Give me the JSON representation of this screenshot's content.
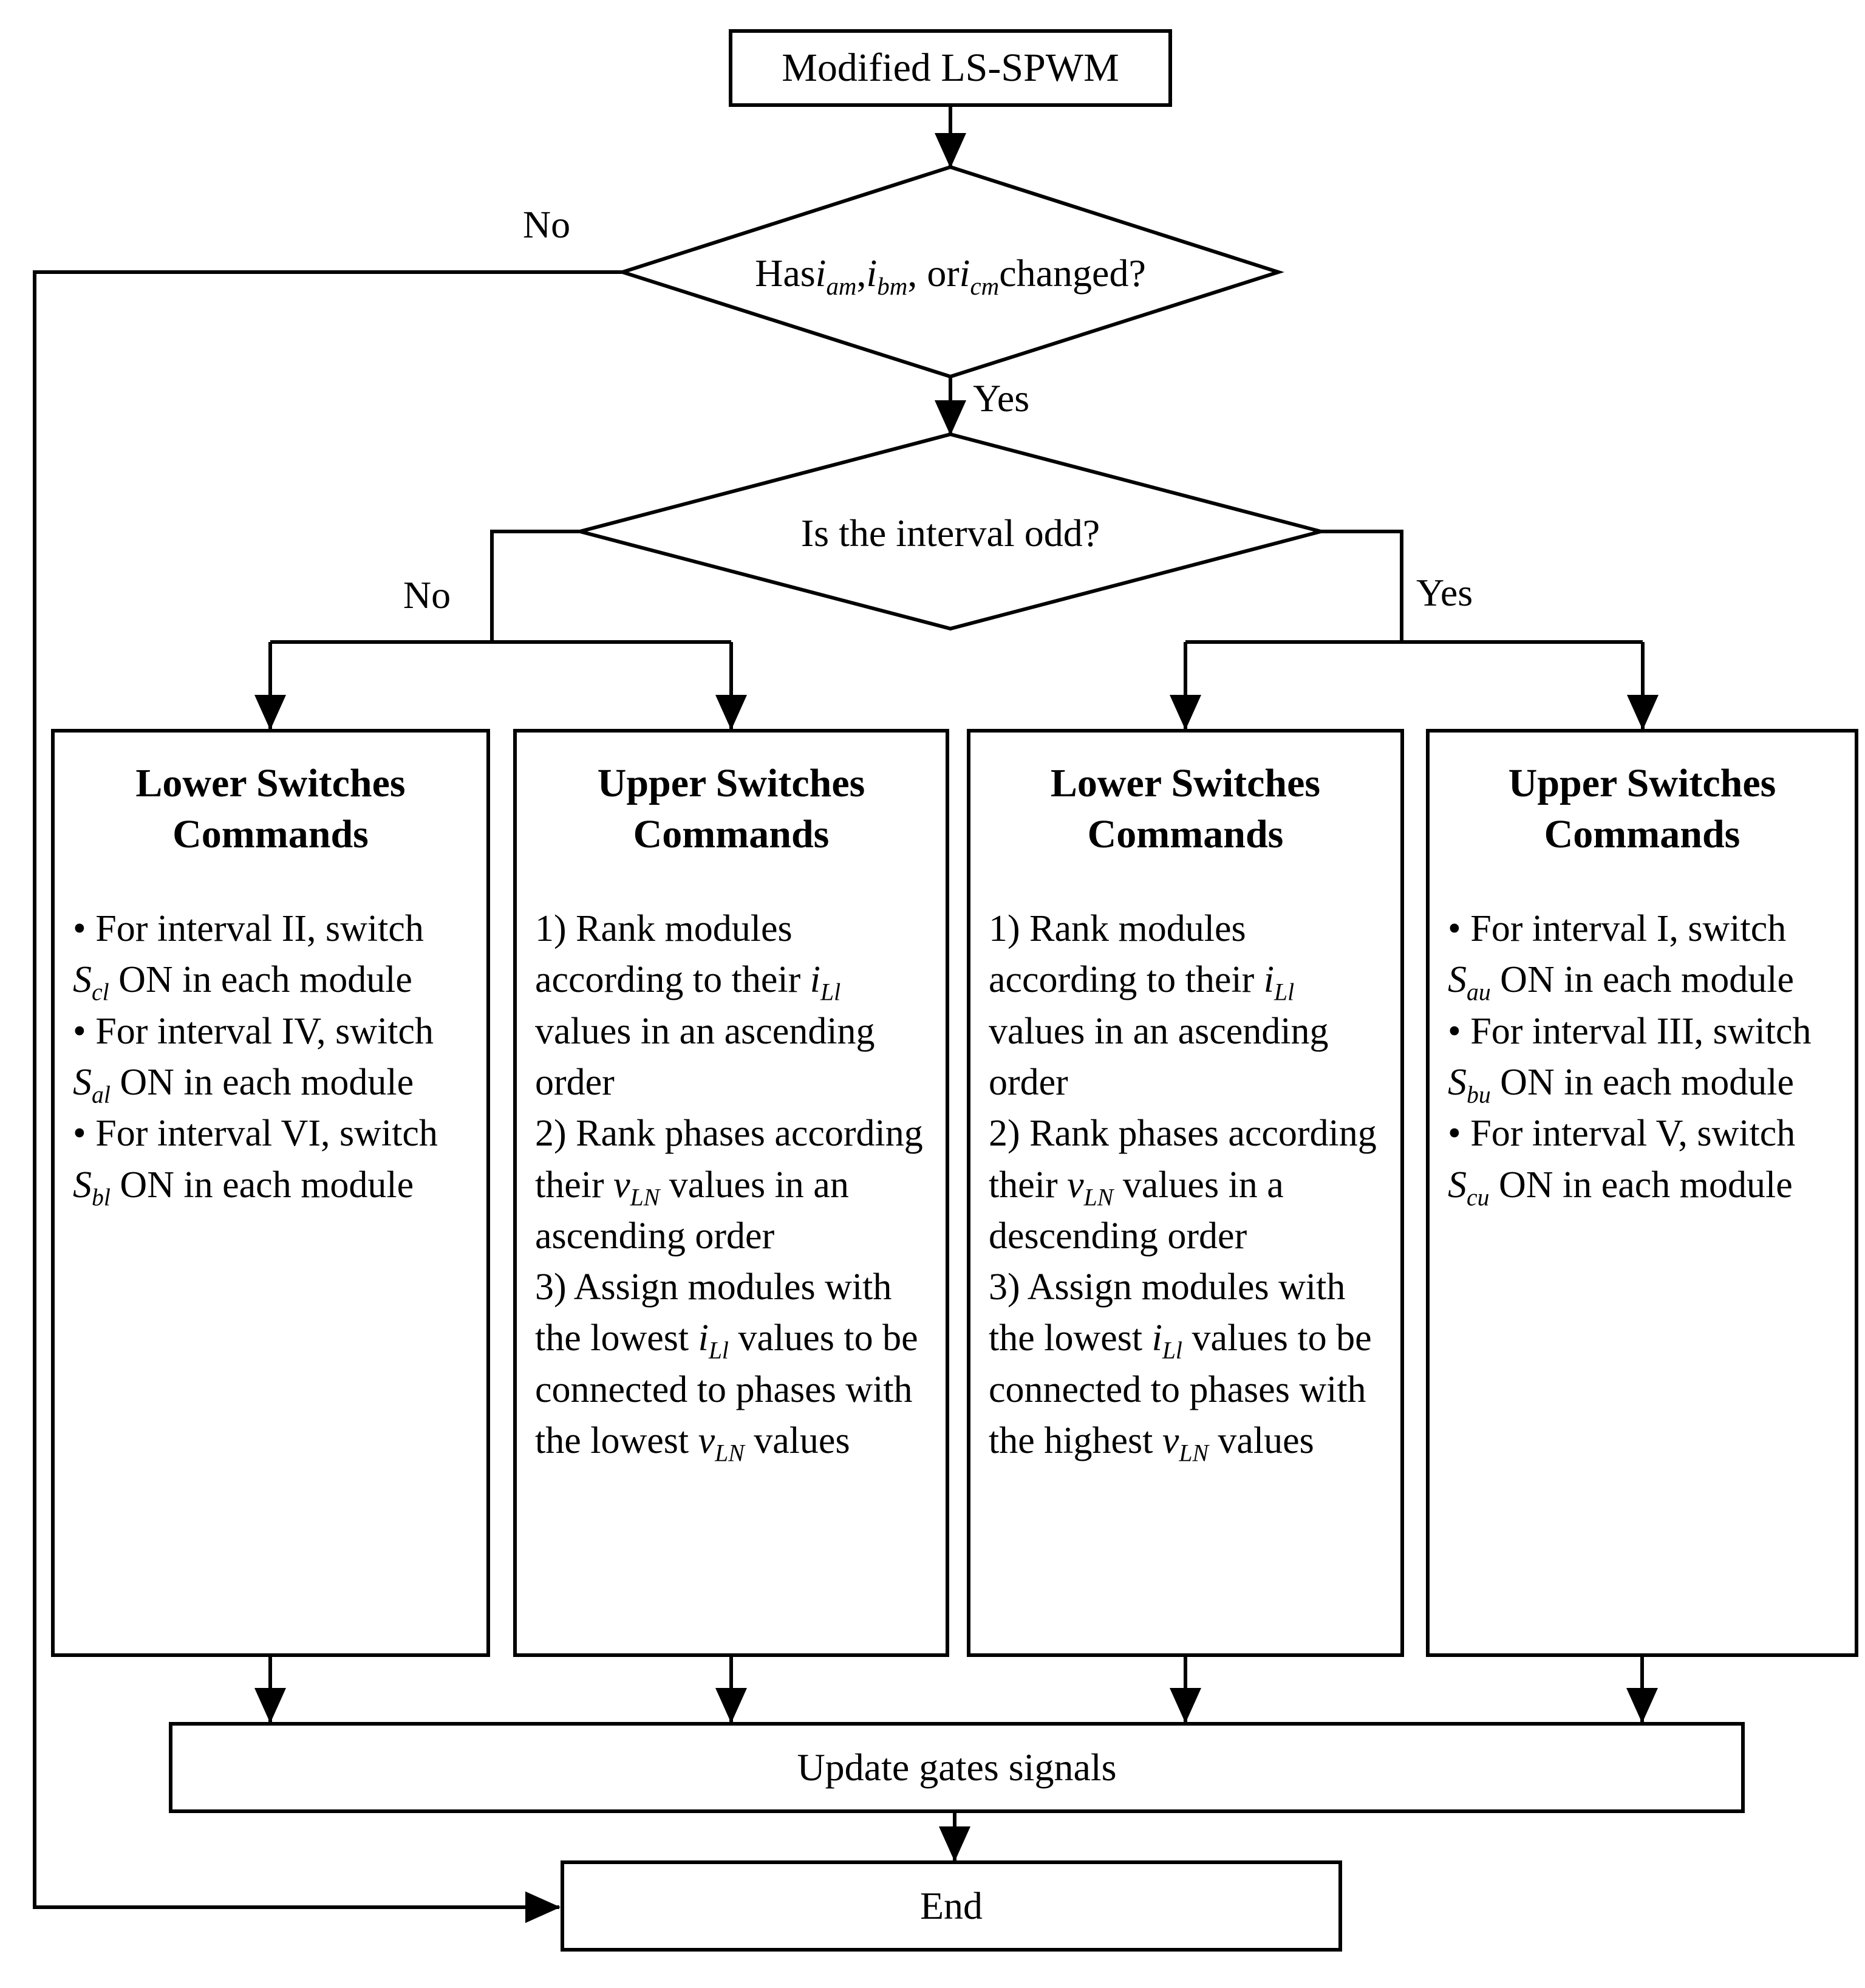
{
  "style": {
    "background": "#ffffff",
    "line_color": "#000000"
  },
  "start_box": {
    "label": "Modified LS-SPWM"
  },
  "decision1": {
    "question_segments": [
      {
        "t": "Has "
      },
      {
        "m": "i",
        "s": "am"
      },
      {
        "t": " , "
      },
      {
        "m": "i",
        "s": "bm"
      },
      {
        "t": " , or "
      },
      {
        "m": "i",
        "s": "cm"
      },
      {
        "t": " changed?"
      }
    ],
    "no_label": "No",
    "yes_label": "Yes"
  },
  "decision2": {
    "question": "Is the interval odd?",
    "no_label": "No",
    "yes_label": "Yes"
  },
  "command_boxes": [
    {
      "title": "Lower Switches Commands",
      "items": [
        {
          "marker": "•",
          "segments": [
            {
              "t": "For interval II, switch "
            },
            {
              "m": "S",
              "s": "cl"
            },
            {
              "t": " ON in each module"
            }
          ]
        },
        {
          "marker": "•",
          "segments": [
            {
              "t": "For interval IV, switch "
            },
            {
              "m": "S",
              "s": "al"
            },
            {
              "t": " ON in each module"
            }
          ]
        },
        {
          "marker": "•",
          "segments": [
            {
              "t": "For interval VI, switch "
            },
            {
              "m": "S",
              "s": "bl"
            },
            {
              "t": " ON in each module"
            }
          ]
        }
      ]
    },
    {
      "title": "Upper Switches Commands",
      "items": [
        {
          "marker": "1)",
          "segments": [
            {
              "t": "Rank modules according to their "
            },
            {
              "m": "i",
              "s": "Ll"
            },
            {
              "t": " values in an ascending order"
            }
          ]
        },
        {
          "marker": "2)",
          "segments": [
            {
              "t": "Rank phases according their "
            },
            {
              "m": "v",
              "s": "LN"
            },
            {
              "t": " values in an ascending order"
            }
          ]
        },
        {
          "marker": "3)",
          "segments": [
            {
              "t": "Assign modules with the lowest "
            },
            {
              "m": "i",
              "s": "Ll"
            },
            {
              "t": " values to be connected to phases with the lowest "
            },
            {
              "m": "v",
              "s": "LN"
            },
            {
              "t": " values"
            }
          ]
        }
      ]
    },
    {
      "title": "Lower Switches Commands",
      "items": [
        {
          "marker": "1)",
          "segments": [
            {
              "t": "Rank modules according to their "
            },
            {
              "m": "i",
              "s": "Ll"
            },
            {
              "t": " values in an ascending order"
            }
          ]
        },
        {
          "marker": "2)",
          "segments": [
            {
              "t": "Rank phases according their "
            },
            {
              "m": "v",
              "s": "LN"
            },
            {
              "t": " values in a descending order"
            }
          ]
        },
        {
          "marker": "3)",
          "segments": [
            {
              "t": "Assign modules with the lowest "
            },
            {
              "m": "i",
              "s": "Ll"
            },
            {
              "t": " values to be connected to phases with the highest "
            },
            {
              "m": "v",
              "s": "LN"
            },
            {
              "t": " values"
            }
          ]
        }
      ]
    },
    {
      "title": "Upper Switches Commands",
      "items": [
        {
          "marker": "•",
          "segments": [
            {
              "t": "For interval I, switch "
            },
            {
              "m": "S",
              "s": "au"
            },
            {
              "t": " ON in each module"
            }
          ]
        },
        {
          "marker": "•",
          "segments": [
            {
              "t": "For interval III, switch "
            },
            {
              "m": "S",
              "s": "bu"
            },
            {
              "t": " ON in each module"
            }
          ]
        },
        {
          "marker": "•",
          "segments": [
            {
              "t": "For interval V, switch "
            },
            {
              "m": "S",
              "s": "cu"
            },
            {
              "t": " ON in each module"
            }
          ]
        }
      ]
    }
  ],
  "update_box": {
    "label": "Update gates signals"
  },
  "end_box": {
    "label": "End"
  }
}
